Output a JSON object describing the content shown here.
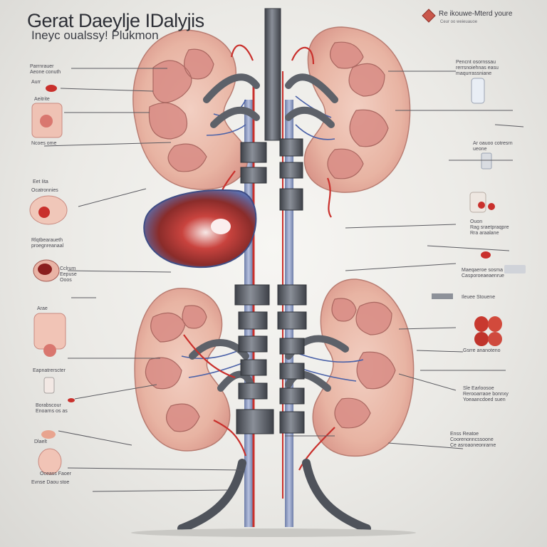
{
  "header": {
    "title": "Gerat Daeylje IDalyjis",
    "subtitle": "Ineyc oualssy! Plukmon"
  },
  "brand": {
    "logo_icon": "diamond-logo-icon",
    "name": "Re ikouwe-Mterd youre",
    "tagline": "Ceur oo weieuauoe"
  },
  "labels_left": [
    "Parrnrauer\nAeone conuth",
    "Aurr",
    "Aeitrite",
    "Ncoes ome",
    "Eet Iita",
    "Ocatronnies",
    "Rlqtbearaueth\nproegnreanaal",
    "Cclrurn\nEepuse\nOoos",
    "Arae",
    "Eapnatrerscter",
    "Borabscour\nEnoarns os as",
    "Dlaelt",
    "Oceass Faoer",
    "Evnse Daou stoe"
  ],
  "labels_right": [
    "Pencnt osornssau\nrerrsnoiehnas easu\nmaqurrassniane",
    "Ar oauoo cotresrn\nueone",
    "Ouon\nRag sraetpraqpre\nRra araalane",
    "Maeqaeroe sosma\nCasporoeaeaenrue",
    "Ileuee Stouene",
    "Gsrre ananoteno",
    "Sle Earloosoe\nRerooarraoe bonnxy\nYoeaancdoed suen",
    "Enss Reatoe\nCoorenonncssoone\nCe asroaoneonrarne"
  ],
  "colors": {
    "kidney_fill": "#e8b9a8",
    "kidney_inner": "#d98c85",
    "artery": "#c9302c",
    "vein": "#5b6fb5",
    "steel": "#5d6169",
    "background": "#efeeea"
  }
}
